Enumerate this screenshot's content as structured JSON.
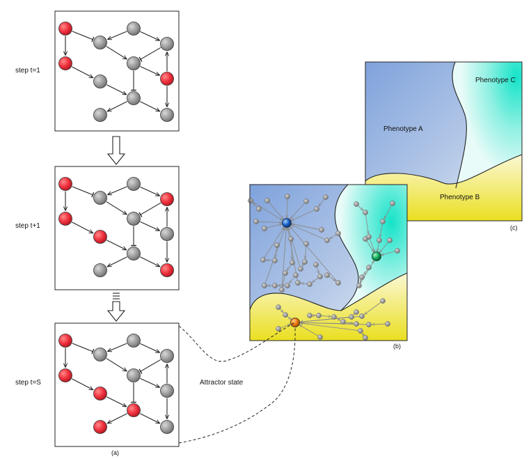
{
  "panel_a": {
    "steps": [
      {
        "label": "step t=1",
        "red": [
          "n0",
          "n3",
          "n7"
        ]
      },
      {
        "label": "step t+1",
        "red": [
          "n0",
          "n3",
          "n5",
          "n9",
          "n11"
        ]
      },
      {
        "label": "step t=S",
        "red": [
          "n0",
          "n3",
          "n5",
          "n10",
          "n12"
        ]
      }
    ],
    "caption": "(a)",
    "attractor_label": "Attractor state",
    "node_color_active": "#f0323e",
    "node_color_inactive": "#9a9a9a"
  },
  "panel_b": {
    "caption": "(b)",
    "region_colors": {
      "a": "#7fa2dc",
      "b": "#f3ea3a",
      "c": "#14e3c8"
    },
    "attractor_colors": {
      "a": "#1a5fc8",
      "c": "#11a85a",
      "b": "#f07a10"
    }
  },
  "panel_c": {
    "caption": "(c)",
    "phenotypes": {
      "a": "Phenotype A",
      "b": "Phenotype B",
      "c": "Phenotype C"
    }
  }
}
